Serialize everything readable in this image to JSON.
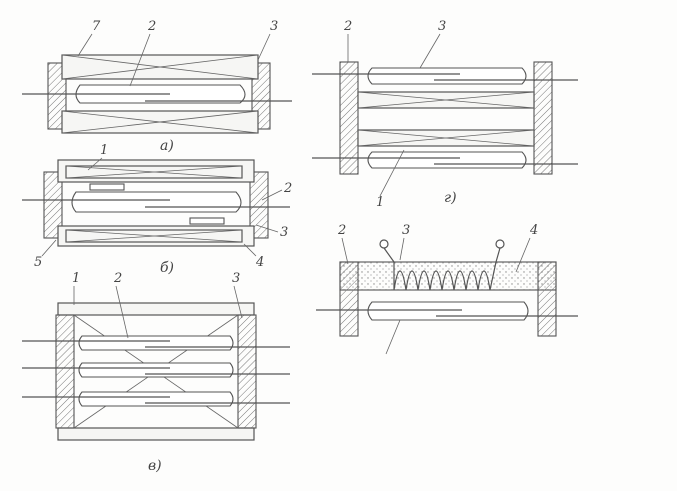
{
  "figure": {
    "subfigures": [
      {
        "id": "a",
        "caption": "а)",
        "labels": [
          "7",
          "2",
          "3"
        ]
      },
      {
        "id": "b",
        "caption": "б)",
        "labels": [
          "1",
          "2",
          "3",
          "4",
          "5"
        ]
      },
      {
        "id": "v",
        "caption": "в)",
        "labels": [
          "1",
          "2",
          "3"
        ]
      },
      {
        "id": "g",
        "caption": "г)",
        "labels": [
          "2",
          "3",
          "1"
        ]
      },
      {
        "id": "d",
        "caption": "",
        "labels": [
          "2",
          "3",
          "4"
        ]
      }
    ]
  }
}
